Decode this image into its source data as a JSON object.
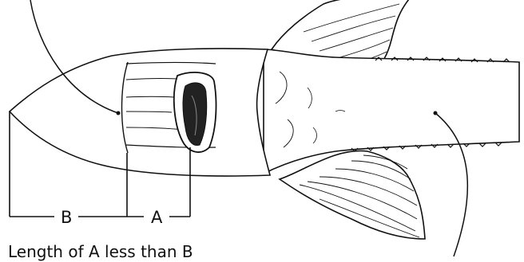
{
  "diagram": {
    "labels": {
      "b": "B",
      "a": "A"
    },
    "caption": "Length of A less than B"
  }
}
